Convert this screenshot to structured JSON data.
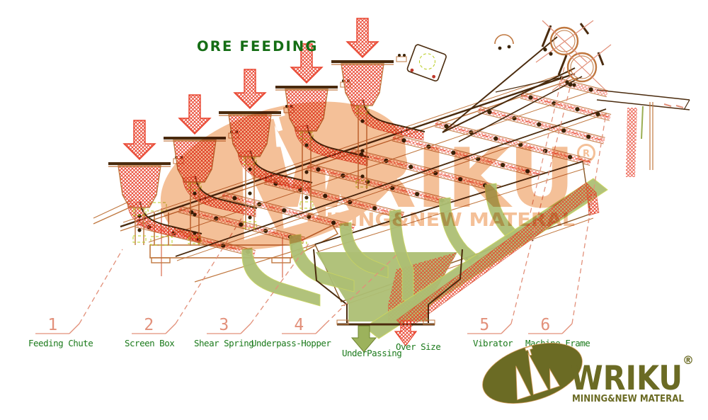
{
  "title": {
    "ore_feeding": "ORE FEEDING"
  },
  "callouts": [
    {
      "number": "1",
      "label": "Feeding Chute"
    },
    {
      "number": "2",
      "label": "Screen Box"
    },
    {
      "number": "3",
      "label": "Shear Spring"
    },
    {
      "number": "4",
      "label": "Underpass-Hopper"
    },
    {
      "number": "5",
      "label": "Vibrator"
    },
    {
      "number": "6",
      "label": "Machine Frame"
    }
  ],
  "flows": {
    "underpassing": "UnderPassing",
    "oversize": "Over Size"
  },
  "watermark": {
    "brand": "WRIKU",
    "registered": "R",
    "tagline": "MINING&NEW MATERAL"
  },
  "logo": {
    "brand": "WRIKU",
    "registered": "®",
    "tagline": "MINING&NEW MATERAL"
  },
  "colors": {
    "title_green": "#156e15",
    "label_green": "#1b7a1b",
    "callout_salmon": "#e2907a",
    "hatch_red": "#e8402a",
    "line_brown": "#4a2b0e",
    "line_tan": "#c07840",
    "material_olive": "#adbf74",
    "watermark_orange": "#f4bd92",
    "logo_olive": "#6b6b24"
  }
}
